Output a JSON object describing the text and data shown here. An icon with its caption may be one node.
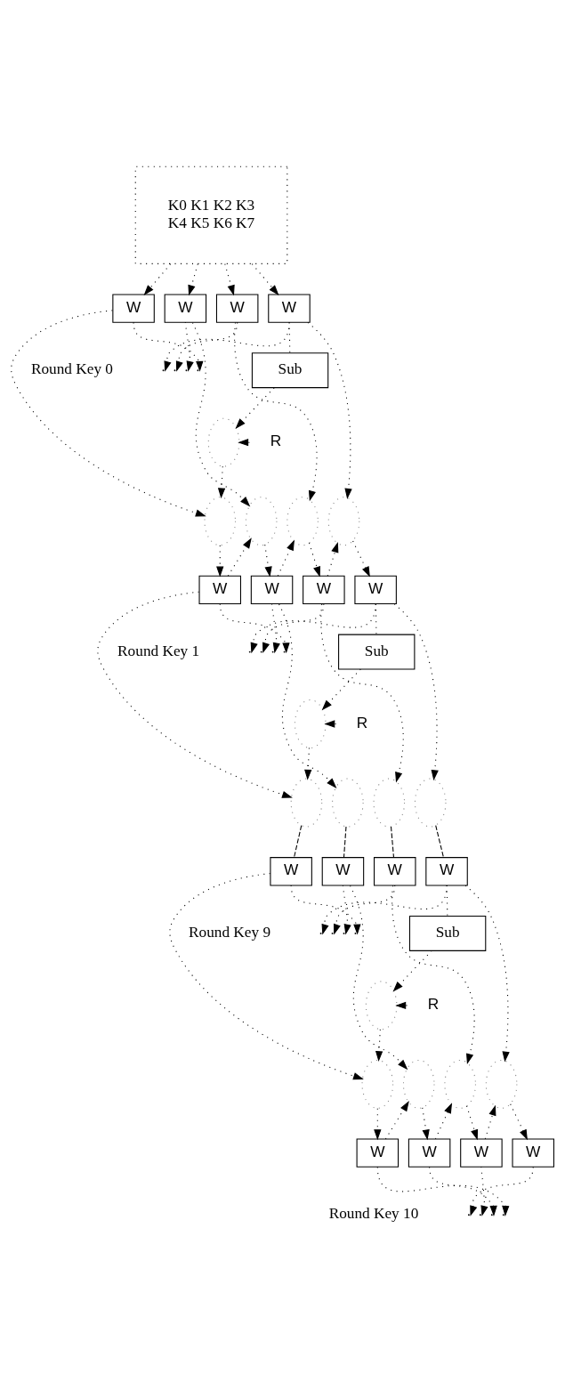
{
  "diagram": {
    "nodes": [
      {
        "text": [
          "K0 K1 K2 K3",
          "K4 K5 K6 K7"
        ]
      },
      {
        "text": [
          "W"
        ]
      },
      {
        "text": [
          "W"
        ]
      },
      {
        "text": [
          "W"
        ]
      },
      {
        "text": [
          "W"
        ]
      },
      {
        "text": [
          "Sub"
        ]
      },
      {
        "text": [],
        "shape": "circle"
      },
      {
        "text": [
          "R"
        ]
      },
      {
        "text": [],
        "shape": "circle"
      },
      {
        "text": [],
        "shape": "circle"
      },
      {
        "text": [],
        "shape": "circle"
      },
      {
        "text": [],
        "shape": "circle"
      },
      {
        "text": [
          "W"
        ]
      },
      {
        "text": [
          "W"
        ]
      },
      {
        "text": [
          "W"
        ]
      },
      {
        "text": [
          "W"
        ]
      },
      {
        "text": [
          "Sub"
        ]
      },
      {
        "text": [],
        "shape": "circle"
      },
      {
        "text": [
          "R"
        ]
      },
      {
        "text": [],
        "shape": "circle"
      },
      {
        "text": [],
        "shape": "circle"
      },
      {
        "text": [],
        "shape": "circle"
      },
      {
        "text": [],
        "shape": "circle"
      },
      {
        "text": [
          "W"
        ]
      },
      {
        "text": [
          "W"
        ]
      },
      {
        "text": [
          "W"
        ]
      },
      {
        "text": [
          "W"
        ]
      },
      {
        "text": [
          "Sub"
        ]
      },
      {
        "text": [],
        "shape": "circle"
      },
      {
        "text": [
          "R"
        ]
      },
      {
        "text": [],
        "shape": "circle"
      },
      {
        "text": [],
        "shape": "circle"
      },
      {
        "text": [],
        "shape": "circle"
      },
      {
        "text": [],
        "shape": "circle"
      },
      {
        "text": [
          "W"
        ]
      },
      {
        "text": [
          "W"
        ]
      },
      {
        "text": [
          "W"
        ]
      },
      {
        "text": [
          "W"
        ]
      }
    ],
    "edges": [
      {
        "from": 0,
        "to": 1,
        "arrow": "to"
      },
      {
        "from": 0,
        "to": 2,
        "arrow": "to"
      },
      {
        "from": 0,
        "to": 3,
        "arrow": "to"
      },
      {
        "from": 0,
        "to": 4,
        "arrow": "to"
      },
      {
        "from": 1,
        "to": null,
        "arrow": "to"
      },
      {
        "from": 2,
        "to": null,
        "arrow": "to"
      },
      {
        "from": 3,
        "to": null,
        "arrow": "to"
      },
      {
        "from": 4,
        "to": null,
        "arrow": "to"
      },
      {
        "from": 4,
        "to": 5,
        "arrow": "none"
      },
      {
        "from": 5,
        "to": 6,
        "arrow": "to"
      },
      {
        "from": 7,
        "to": 6,
        "arrow": "to"
      },
      {
        "from": 6,
        "to": 8,
        "arrow": "to"
      },
      {
        "from": 1,
        "to": 8,
        "arrow": "to"
      },
      {
        "from": 2,
        "to": 9,
        "arrow": "to"
      },
      {
        "from": 3,
        "to": 10,
        "arrow": "to"
      },
      {
        "from": 4,
        "to": 11,
        "arrow": "to"
      },
      {
        "from": 8,
        "to": 12,
        "arrow": "to"
      },
      {
        "from": 9,
        "to": 13,
        "arrow": "to"
      },
      {
        "from": 10,
        "to": 14,
        "arrow": "to"
      },
      {
        "from": 11,
        "to": 15,
        "arrow": "to"
      },
      {
        "from": 12,
        "to": 9,
        "arrow": "to"
      },
      {
        "from": 13,
        "to": 10,
        "arrow": "to"
      },
      {
        "from": 14,
        "to": 11,
        "arrow": "to"
      },
      {
        "from": 12,
        "to": null,
        "arrow": "to"
      },
      {
        "from": 13,
        "to": null,
        "arrow": "to"
      },
      {
        "from": 14,
        "to": null,
        "arrow": "to"
      },
      {
        "from": 15,
        "to": null,
        "arrow": "to"
      },
      {
        "from": 15,
        "to": 16,
        "arrow": "none"
      },
      {
        "from": 16,
        "to": 17,
        "arrow": "to"
      },
      {
        "from": 18,
        "to": 17,
        "arrow": "to"
      },
      {
        "from": 17,
        "to": 19,
        "arrow": "to"
      },
      {
        "from": 12,
        "to": 19,
        "arrow": "to"
      },
      {
        "from": 13,
        "to": 20,
        "arrow": "to"
      },
      {
        "from": 14,
        "to": 21,
        "arrow": "to"
      },
      {
        "from": 15,
        "to": 22,
        "arrow": "to"
      },
      {
        "from": 19,
        "to": 23,
        "arrow": "none",
        "style": "dashed"
      },
      {
        "from": 20,
        "to": 24,
        "arrow": "none",
        "style": "dashed"
      },
      {
        "from": 21,
        "to": 25,
        "arrow": "none",
        "style": "dashed"
      },
      {
        "from": 22,
        "to": 26,
        "arrow": "none",
        "style": "dashed"
      },
      {
        "from": 23,
        "to": null,
        "arrow": "to"
      },
      {
        "from": 24,
        "to": null,
        "arrow": "to"
      },
      {
        "from": 25,
        "to": null,
        "arrow": "to"
      },
      {
        "from": 26,
        "to": null,
        "arrow": "to"
      },
      {
        "from": 26,
        "to": 27,
        "arrow": "none"
      },
      {
        "from": 27,
        "to": 28,
        "arrow": "to"
      },
      {
        "from": 29,
        "to": 28,
        "arrow": "to"
      },
      {
        "from": 28,
        "to": 30,
        "arrow": "to"
      },
      {
        "from": 23,
        "to": 30,
        "arrow": "to"
      },
      {
        "from": 24,
        "to": 31,
        "arrow": "to"
      },
      {
        "from": 25,
        "to": 32,
        "arrow": "to"
      },
      {
        "from": 26,
        "to": 33,
        "arrow": "to"
      },
      {
        "from": 30,
        "to": 34,
        "arrow": "to"
      },
      {
        "from": 31,
        "to": 35,
        "arrow": "to"
      },
      {
        "from": 32,
        "to": 36,
        "arrow": "to"
      },
      {
        "from": 33,
        "to": 37,
        "arrow": "to"
      },
      {
        "from": 34,
        "to": 31,
        "arrow": "to"
      },
      {
        "from": 35,
        "to": 32,
        "arrow": "to"
      },
      {
        "from": 36,
        "to": 33,
        "arrow": "to"
      },
      {
        "from": 34,
        "to": null,
        "arrow": "to"
      },
      {
        "from": 35,
        "to": null,
        "arrow": "to"
      },
      {
        "from": 36,
        "to": null,
        "arrow": "to"
      },
      {
        "from": 37,
        "to": null,
        "arrow": "to"
      }
    ],
    "labels": [
      "Round Key 0",
      "Round Key 1",
      "Round Key 9",
      "Round Key 10"
    ]
  }
}
